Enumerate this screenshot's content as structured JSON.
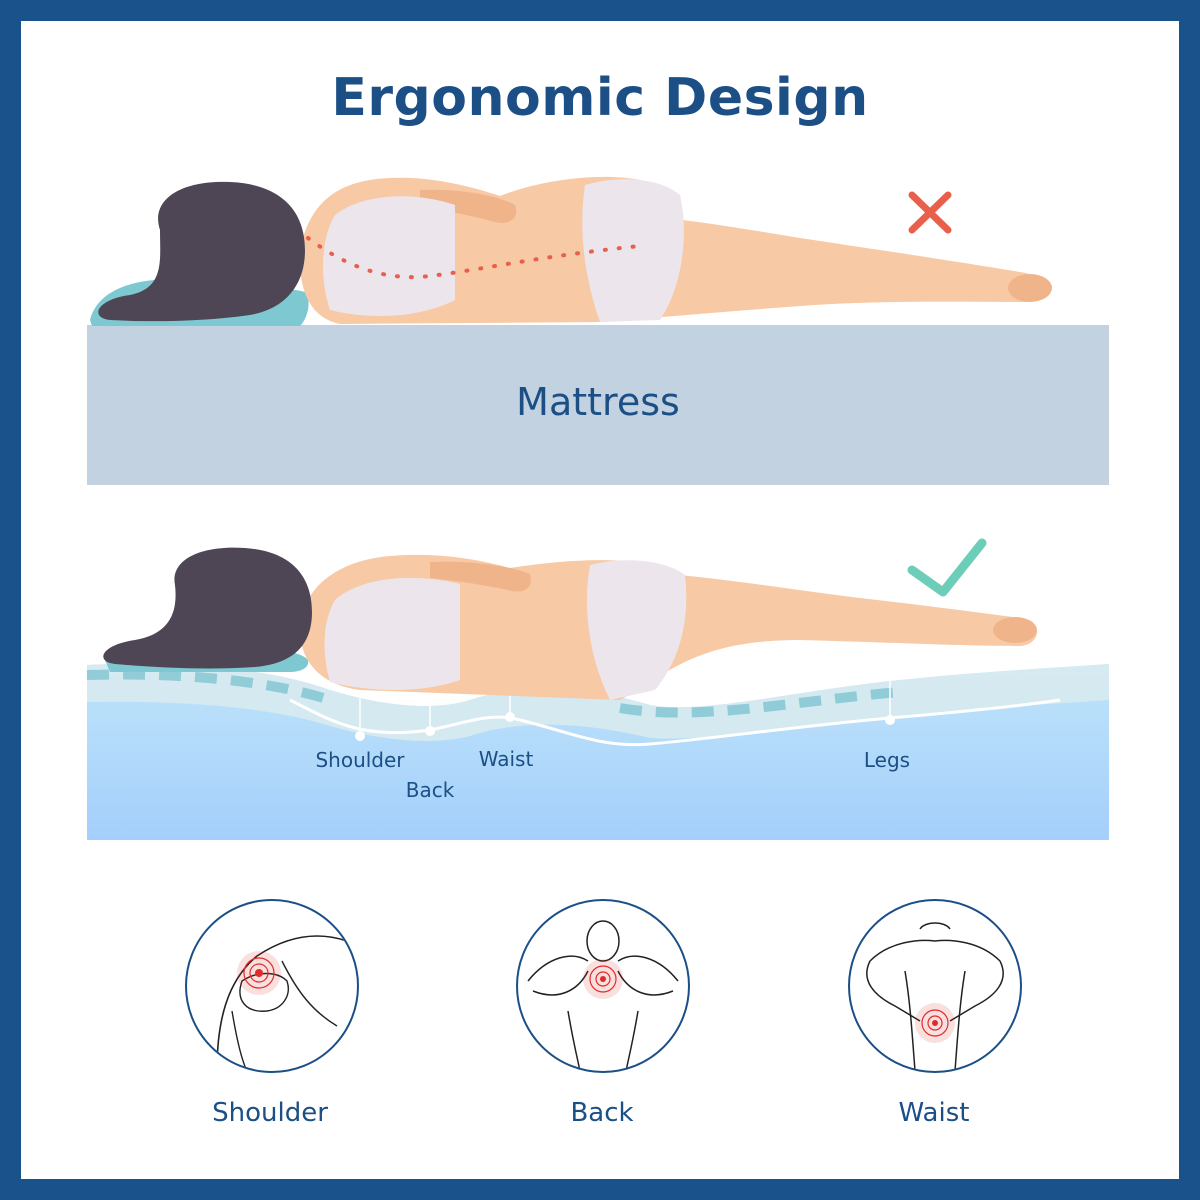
{
  "title": "Ergonomic Design",
  "mattress_label": "Mattress",
  "incorrect_icon": "red-x-icon",
  "correct_icon": "green-check-icon",
  "support_zones": [
    "Shoulder",
    "Back",
    "Waist",
    "Legs"
  ],
  "pain_areas": [
    {
      "label": "Shoulder",
      "icon": "shoulder-pain-icon"
    },
    {
      "label": "Back",
      "icon": "neck-back-pain-icon"
    },
    {
      "label": "Waist",
      "icon": "lower-back-pain-icon"
    }
  ],
  "colors": {
    "frame": "#1a528b",
    "text": "#1b4f86",
    "mattress_top": "#c3d2e0",
    "mattress_bottom": "#a9d3fb",
    "pillow": "#7ec8d1",
    "skin": "#f7c9a5",
    "hair": "#4f4655",
    "x_mark": "#e8604c",
    "check_mark": "#6ccdb8",
    "pain": "#e02b2b"
  }
}
